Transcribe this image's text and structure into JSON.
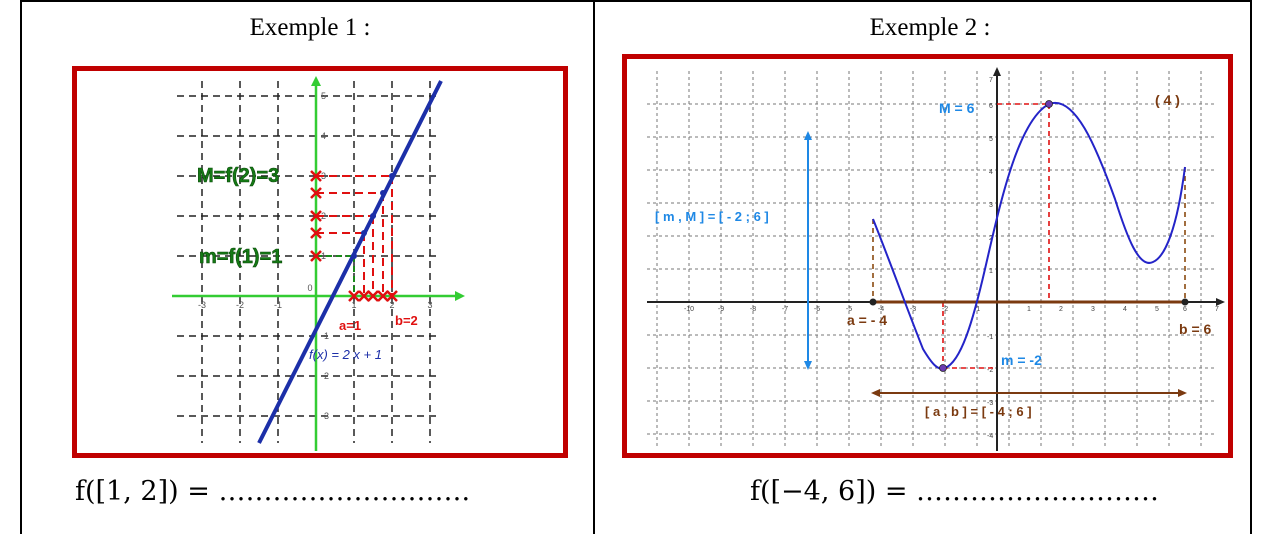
{
  "example1": {
    "title": "Exemple 1 :",
    "graph": {
      "M_label": "M=f(2)=3",
      "m_label": "m=f(1)=1",
      "a_label": "a=1",
      "b_label": "b=2",
      "function_label": "f(x) = 2 x + 1",
      "line_color": "#1c2fa8",
      "x_ticks": [
        "-3",
        "-2",
        "-1",
        "0",
        "1",
        "2",
        "3"
      ],
      "y_ticks": [
        "5",
        "4",
        "3",
        "2",
        "1",
        "-1",
        "-2",
        "-3"
      ]
    },
    "formula": "f([1, 2]) = ………………………."
  },
  "example2": {
    "title": "Exemple 2 :",
    "graph": {
      "M_label": "M = 6",
      "m_label": "m = -2",
      "a_label": "a = - 4",
      "b_label": "b = 6",
      "range_label": "[ m , M ] = [ - 2 ; 6 ]",
      "interval_label": "[ a , b ] = [ - 4 ; 6 ]",
      "index_label": "( 4 )",
      "curve_color": "#2424c8",
      "range_color": "#1e88e5",
      "interval_color": "#7b3a10",
      "x_ticks": [
        "-10",
        "-9",
        "-8",
        "-7",
        "-6",
        "-5",
        "-4",
        "-3",
        "-2",
        "-1",
        "1",
        "2",
        "3",
        "4",
        "5",
        "6",
        "7"
      ],
      "y_ticks": [
        "7",
        "6",
        "5",
        "4",
        "3",
        "2",
        "1",
        "-1",
        "-2",
        "-3",
        "-4"
      ]
    },
    "formula": "f([−4, 6]) = ………………………"
  }
}
